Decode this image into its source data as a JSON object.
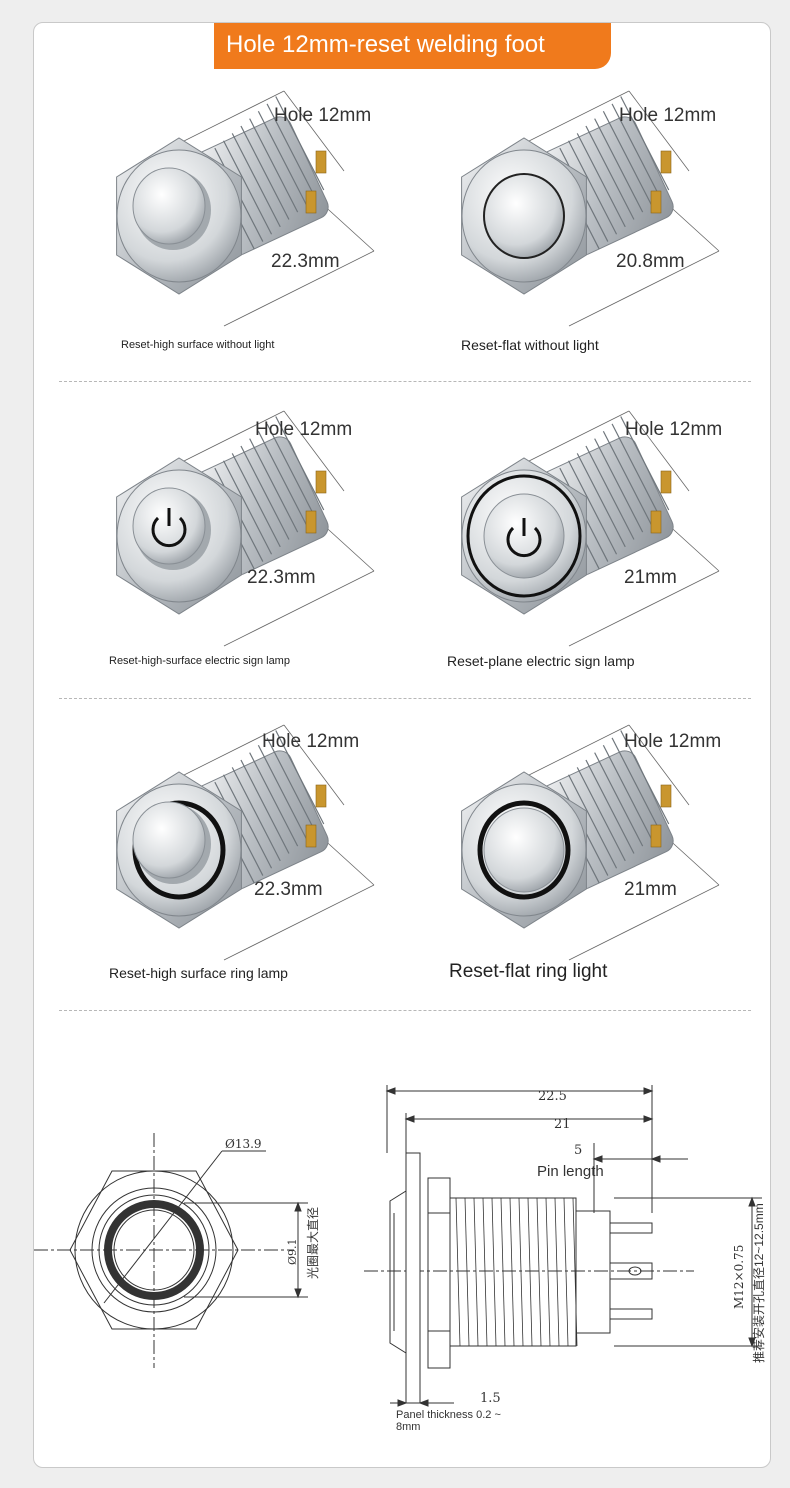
{
  "banner": {
    "title": "Hole 12mm-reset welding foot"
  },
  "products": [
    {
      "hole_label": "Hole 12mm",
      "length_label": "22.3mm",
      "caption": "Reset-high surface without light",
      "style": "high",
      "marking": "none"
    },
    {
      "hole_label": "Hole 12mm",
      "length_label": "20.8mm",
      "caption": "Reset-flat without light",
      "style": "flat",
      "marking": "none"
    },
    {
      "hole_label": "Hole 12mm",
      "length_label": "22.3mm",
      "caption": "Reset-high-surface electric sign lamp",
      "style": "high",
      "marking": "power-symbol"
    },
    {
      "hole_label": "Hole 12mm",
      "length_label": "21mm",
      "caption": "Reset-plane electric sign lamp",
      "style": "flat",
      "marking": "power-symbol"
    },
    {
      "hole_label": "Hole 12mm",
      "length_label": "22.3mm",
      "caption": "Reset-high surface ring lamp",
      "style": "high",
      "marking": "ring"
    },
    {
      "hole_label": "Hole 12mm",
      "length_label": "21mm",
      "caption": "Reset-flat ring light",
      "style": "flat",
      "marking": "ring"
    }
  ],
  "drawing": {
    "front": {
      "outer_diameter": "Ø13.9",
      "ring_diameter": "Ø9.1",
      "ring_note": "光圈最大直径"
    },
    "side": {
      "overall_length": "22.5",
      "body_length": "21",
      "pin_length_value": "5",
      "pin_length_label": "Pin length",
      "thread": "M12×0.75",
      "mounting_hole": "推荐安装开孔直径12~12.5mm",
      "flange": "1.5",
      "panel_thickness": "Panel thickness 0.2 ~ 8mm"
    }
  },
  "colors": {
    "banner": "#f07a1c",
    "metal": "#c8ccd0",
    "terminal": "#c9962e",
    "drawing_line": "#333333"
  }
}
